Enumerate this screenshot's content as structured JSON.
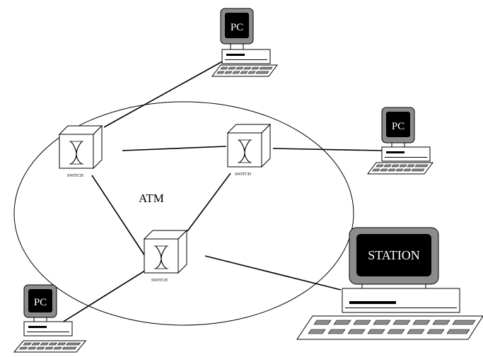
{
  "network": {
    "cloud_label": "ATM",
    "switches": [
      {
        "label": "SWITCH"
      },
      {
        "label": "SWITCH"
      },
      {
        "label": "SWITCH"
      }
    ],
    "terminals": [
      {
        "label": "PC"
      },
      {
        "label": "PC"
      },
      {
        "label": "PC"
      },
      {
        "label": "STATION"
      }
    ]
  },
  "colors": {
    "screen_frame": "#8c8c8c",
    "screen": "#000000",
    "keys": "#8c8c8c",
    "background": "#ffffff"
  }
}
